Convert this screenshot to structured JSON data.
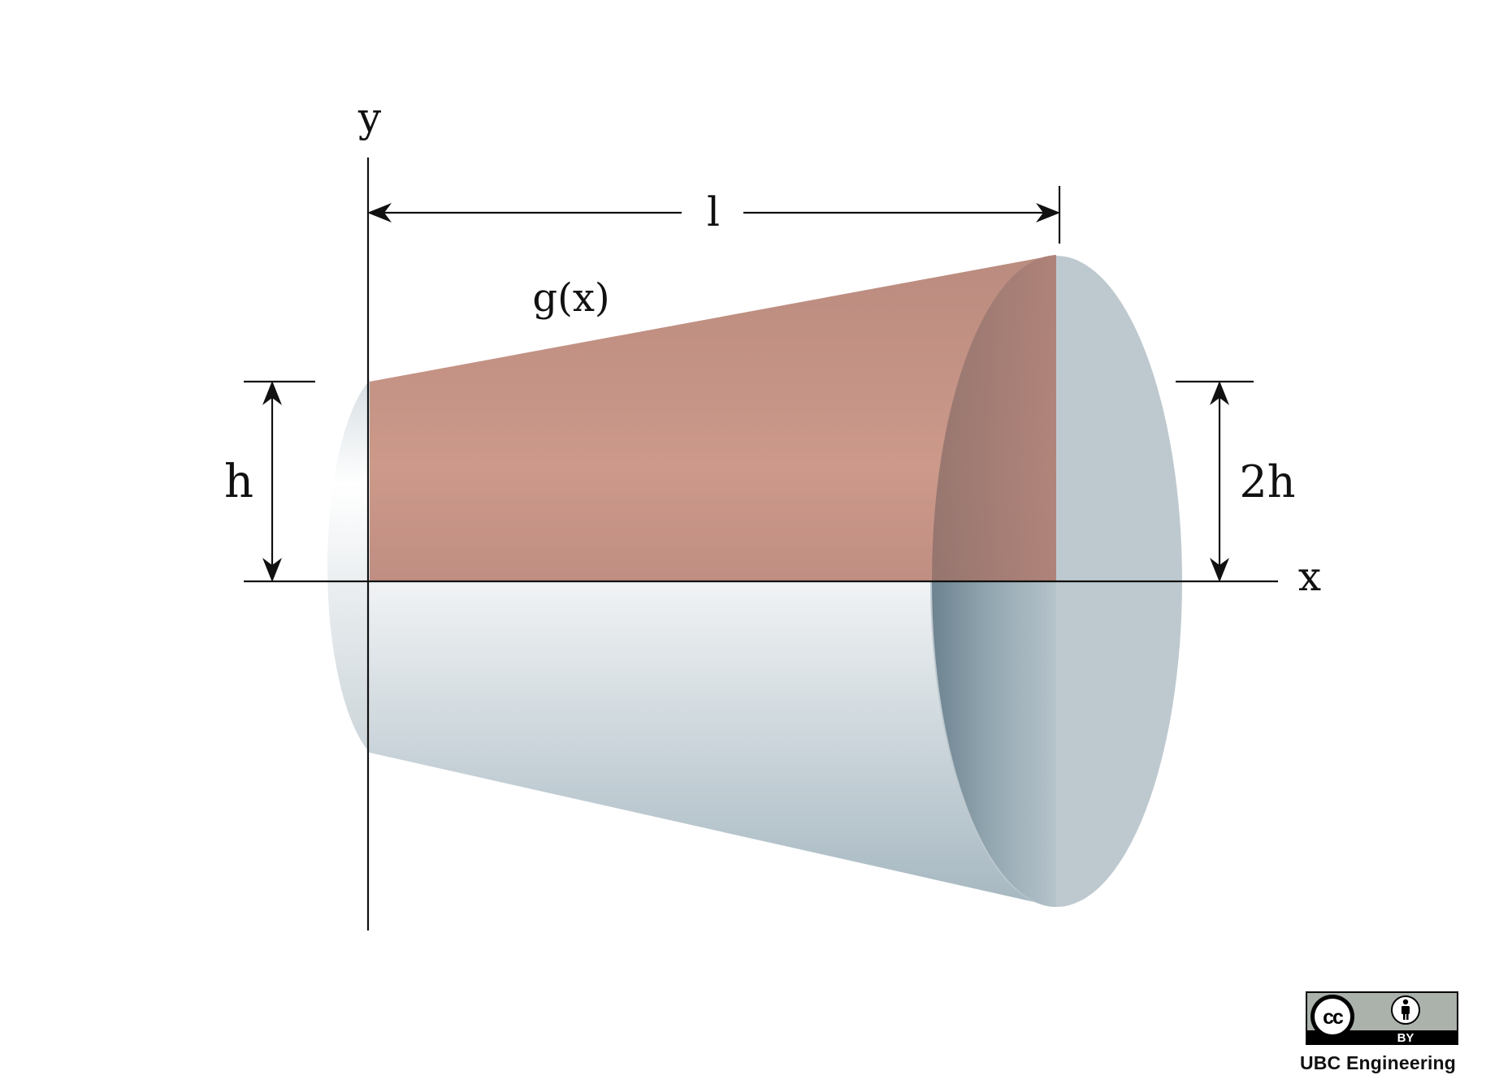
{
  "labels": {
    "y_axis": "y",
    "x_axis": "x",
    "length": "l",
    "function": "g(x)",
    "left_height": "h",
    "right_height": "2h"
  },
  "license": {
    "cc": "cc",
    "by": "BY"
  },
  "credit": "UBC Engineering",
  "colors": {
    "section_fill": "#c8978a",
    "body_light": "#eef1f3",
    "body_dark": "#a9bac2",
    "right_face": "#bcc8ce",
    "line": "#111111"
  },
  "icons": [
    "cc-logo",
    "person-icon"
  ]
}
